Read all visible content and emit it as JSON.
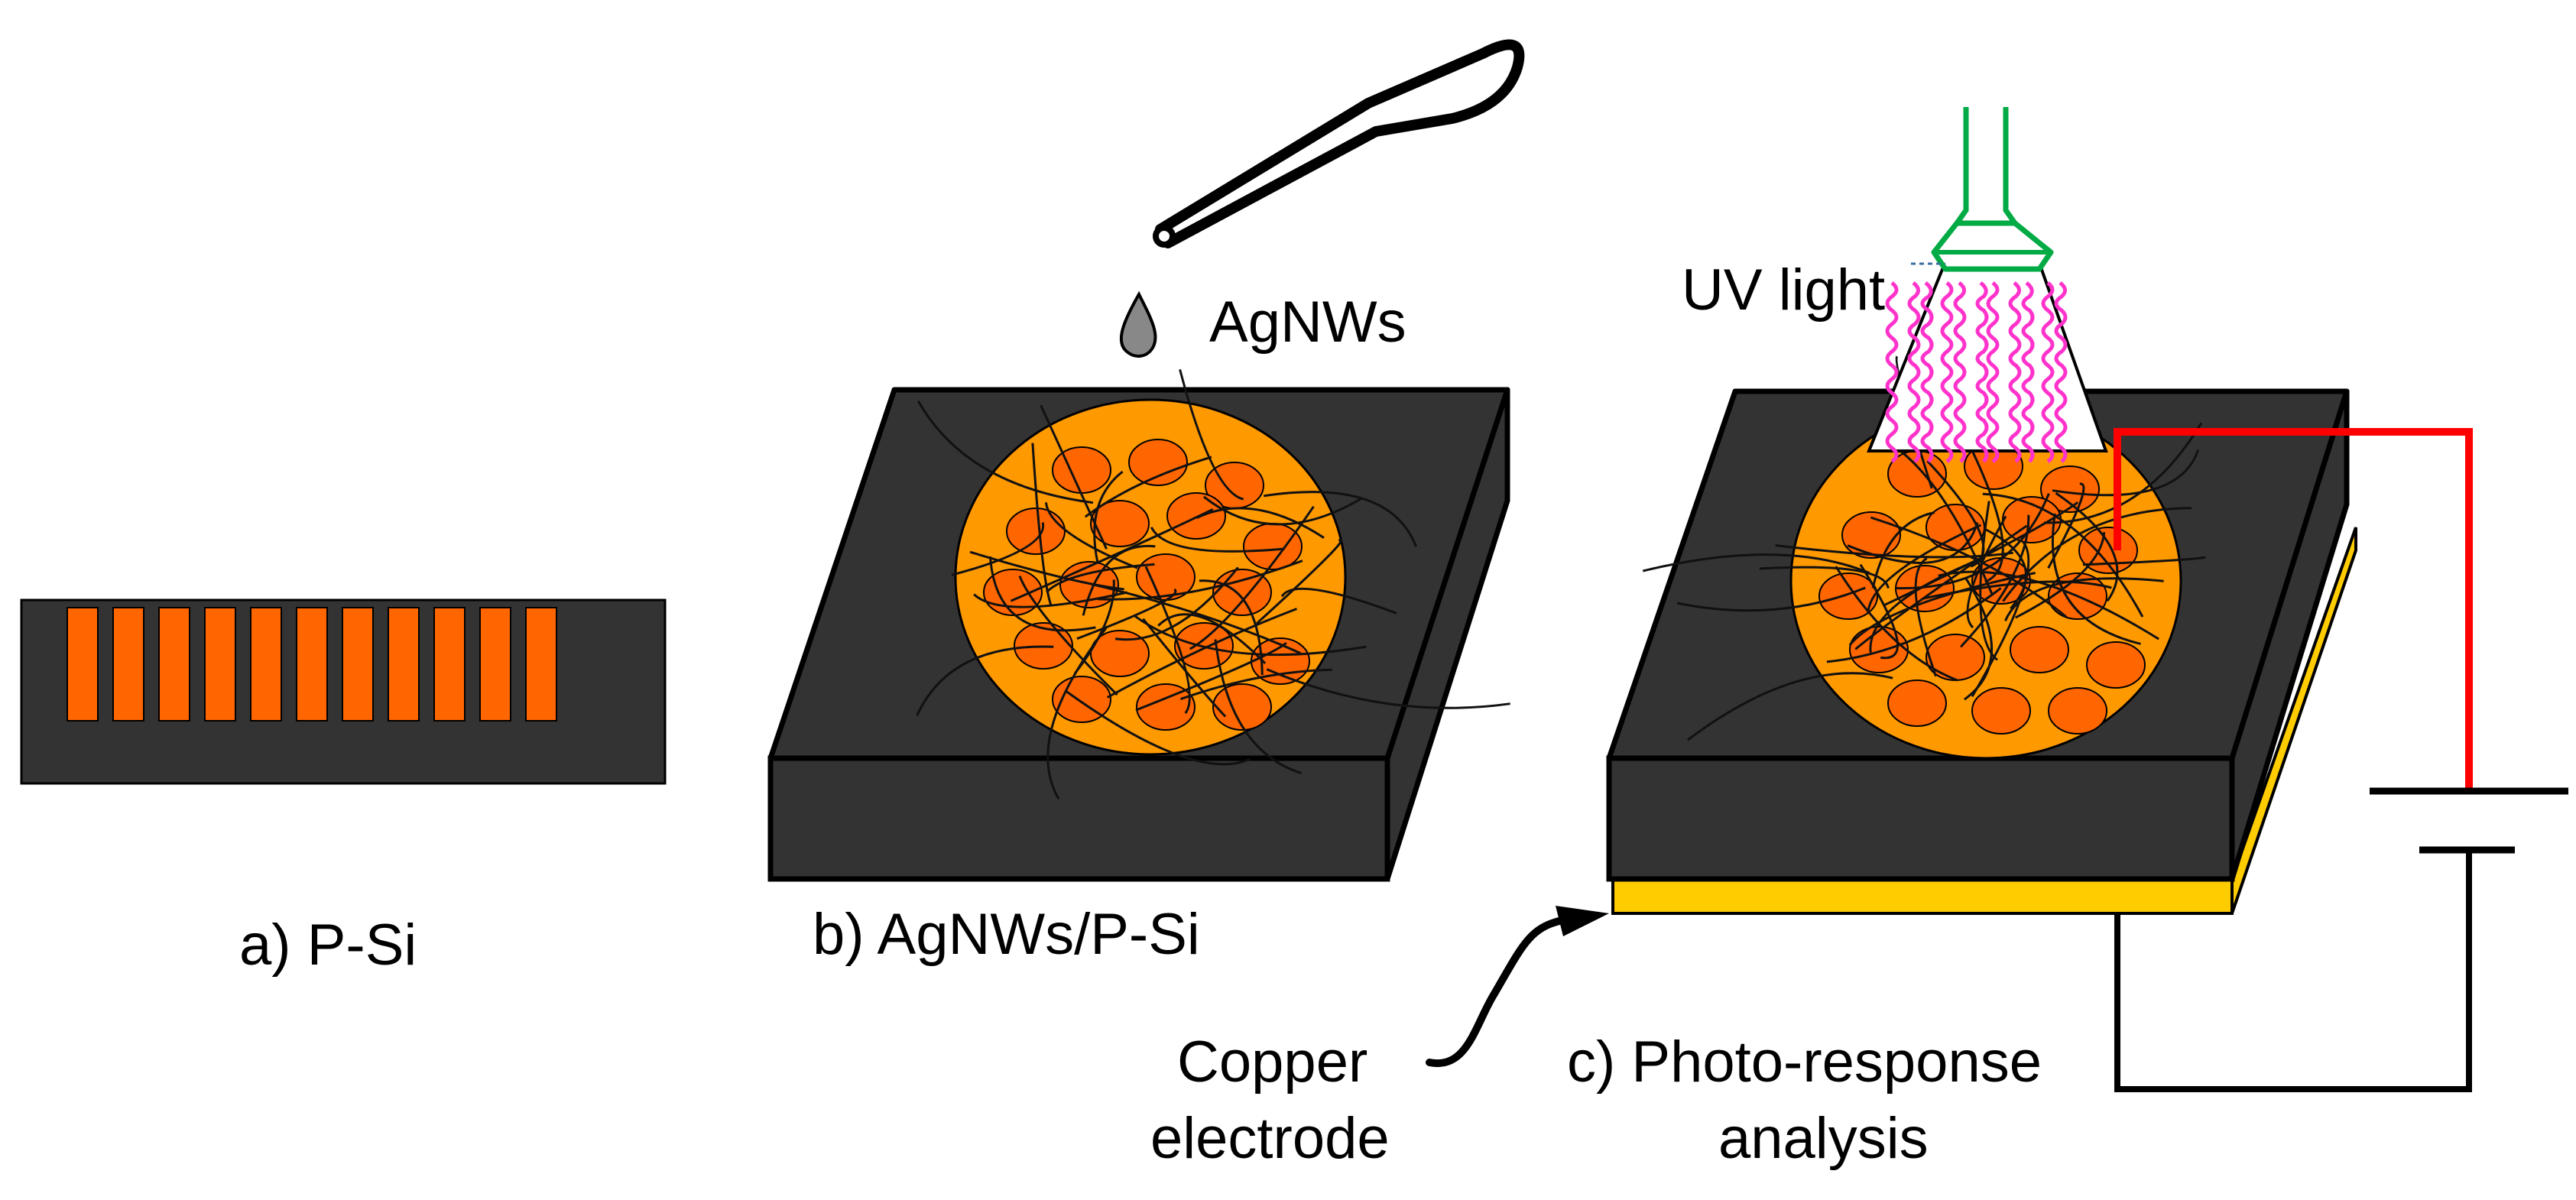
{
  "labels": {
    "panel_a": "a) P-Si",
    "panel_b": "b) AgNWs/P-Si",
    "panel_c_line1": "c) Photo-response",
    "panel_c_line2": "analysis",
    "agnws": "AgNWs",
    "uv_light": "UV light",
    "copper_line1": "Copper",
    "copper_line2": "electrode"
  },
  "colors": {
    "substrate": "#333333",
    "pore": "#FF6600",
    "pore_zone": "#FF9900",
    "copper": "#FFCC00",
    "uv_waves": "#FF33CC",
    "lamp": "#00AA44",
    "wire": "#FF0000",
    "droplet": "#888888"
  }
}
